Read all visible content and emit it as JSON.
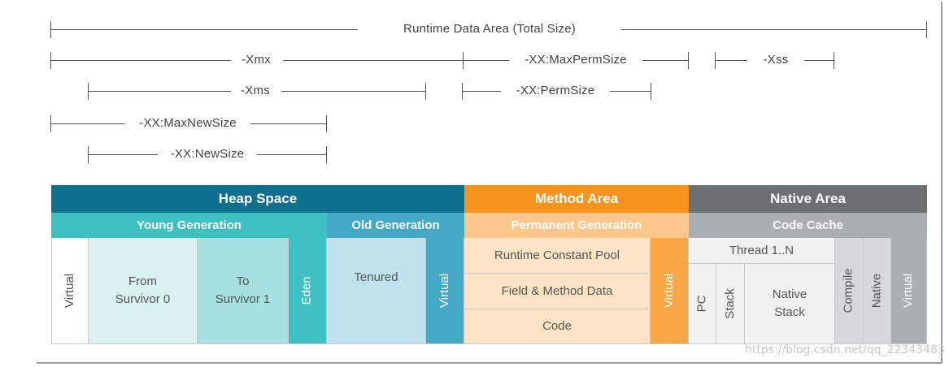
{
  "dimensions": {
    "runtime": "Runtime Data Area (Total Size)",
    "xmx": "-Xmx",
    "maxpermsize": "-XX:MaxPermSize",
    "xss": "-Xss",
    "xms": "-Xms",
    "permsize": "-XX:PermSize",
    "maxnewsize": "-XX:MaxNewSize",
    "newsize": "-XX:NewSize"
  },
  "headers": {
    "heap_space": "Heap Space",
    "method_area": "Method Area",
    "native_area": "Native Area",
    "young_generation": "Young Generation",
    "old_generation": "Old Generation",
    "permanent_generation": "Permanent Generation",
    "code_cache": "Code Cache"
  },
  "cells": {
    "virtual_young": "Virtual",
    "from_survivor": "From\nSurvivor 0",
    "to_survivor": "To\nSurvivor 1",
    "eden": "Eden",
    "tenured": "Tenured",
    "virtual_old": "Virtual",
    "runtime_constant_pool": "Runtime Constant Pool",
    "field_method_data": "Field & Method Data",
    "code": "Code",
    "virtual_perm": "Virtual",
    "thread": "Thread 1..N",
    "pc": "PC",
    "stack": "Stack",
    "native_stack": "Native\nStack",
    "compile": "Compile",
    "native": "Native",
    "virtual_native": "Virtual"
  },
  "watermark": "https://blog.csdn.net/qq_22343483",
  "colors": {
    "heap_header": "#0e6f8f",
    "young_header": "#3ebfc0",
    "old_header": "#45a9c6",
    "method_header": "#f7941d",
    "perm_header": "#fbc78a",
    "native_header": "#6c7073",
    "code_cache_header": "#a9afb2"
  }
}
